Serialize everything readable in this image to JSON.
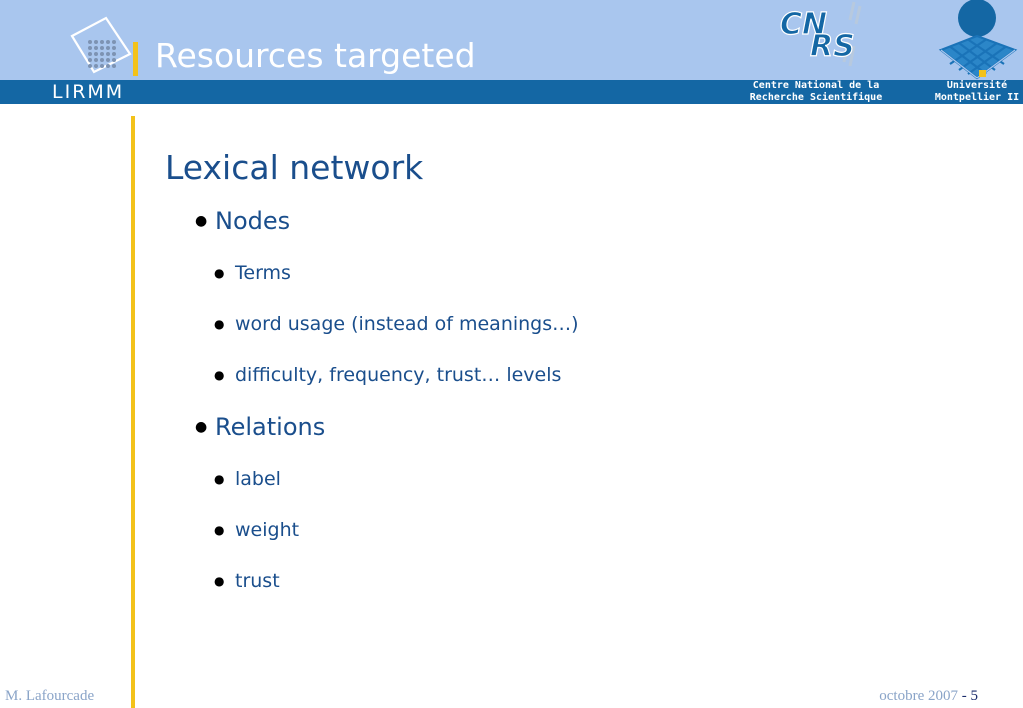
{
  "header": {
    "title": "Resources targeted",
    "lirmm_label": "LIRMM",
    "cnrs_caption_line1": "Centre National de la",
    "cnrs_caption_line2": "Recherche Scientifique",
    "um2_caption_line1": "Université",
    "um2_caption_line2": "Montpellier II"
  },
  "body": {
    "heading": "Lexical network",
    "sections": [
      {
        "label": "Nodes",
        "items": [
          "Terms",
          "word usage (instead of meanings…)",
          "difficulty, frequency, trust… levels"
        ]
      },
      {
        "label": "Relations",
        "items": [
          "label",
          "weight",
          "trust"
        ]
      }
    ]
  },
  "footer": {
    "author": "M. Lafourcade",
    "date": "octobre 2007",
    "separator": "-",
    "page": "5"
  },
  "colors": {
    "header_light": "#a9c6ee",
    "header_dark": "#1467a4",
    "accent_yellow": "#f3c21a",
    "text_blue": "#1a4e8c"
  }
}
